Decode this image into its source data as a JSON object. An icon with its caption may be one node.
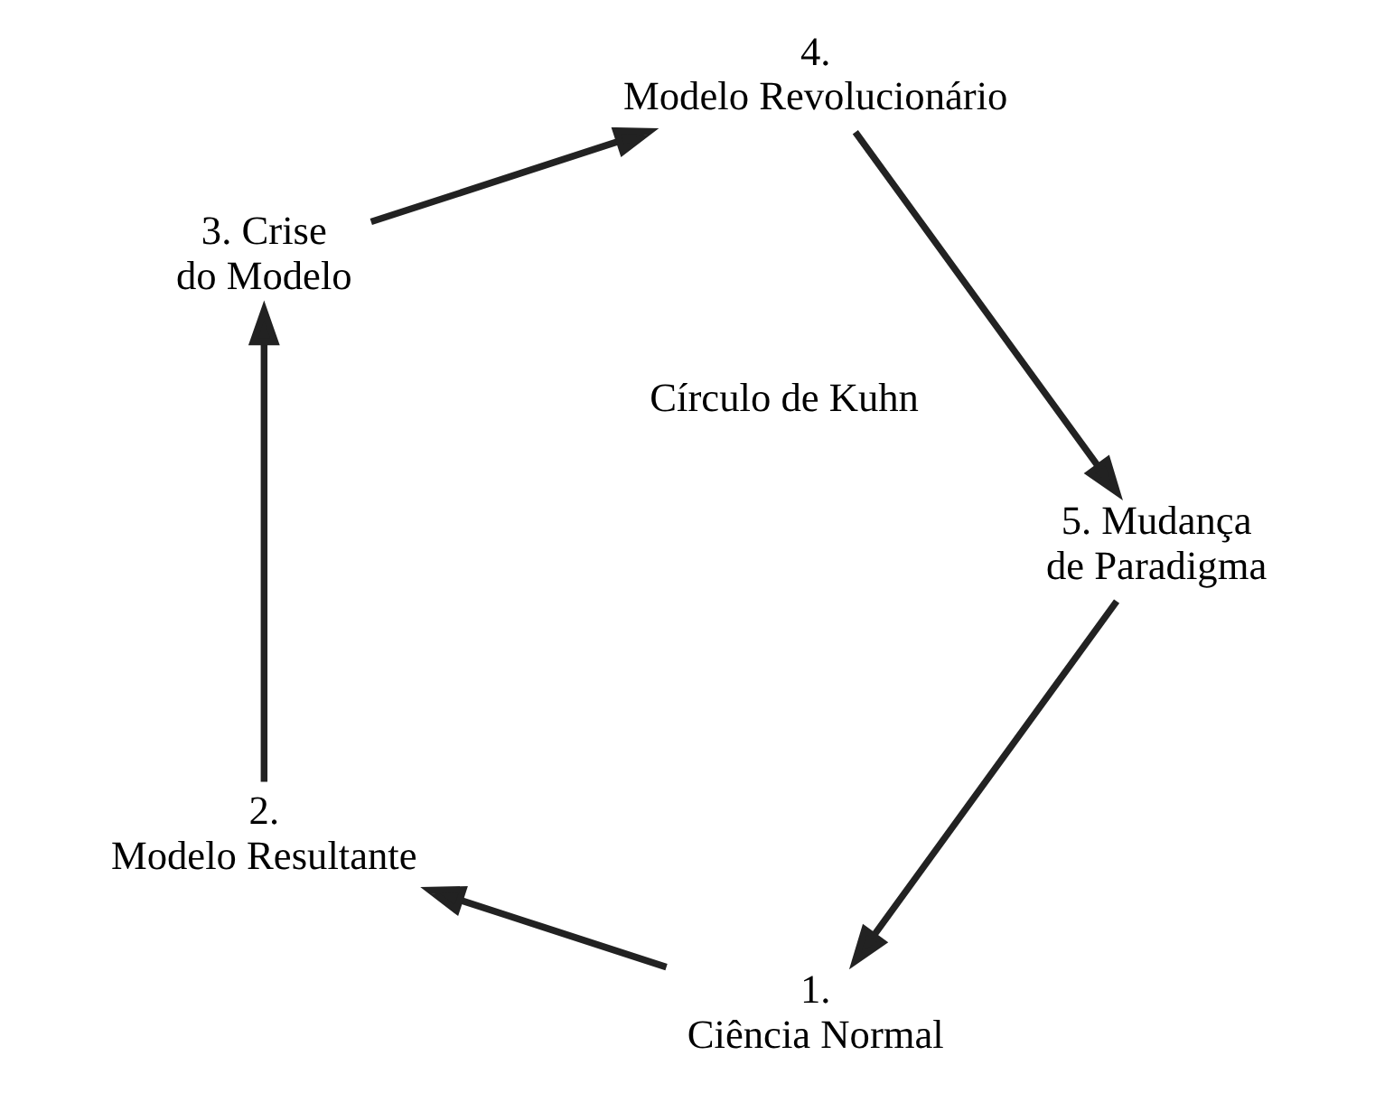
{
  "diagram": {
    "nodes": [
      {
        "text": [
          "1. Ciência Normal"
        ]
      },
      {
        "text": [
          "2. Modelo Resultante"
        ]
      },
      {
        "text": [
          "3. Crise do Modelo"
        ]
      },
      {
        "text": [
          "4. Modelo Revolucionário"
        ]
      },
      {
        "text": [
          "5. Mudança de Paradigma"
        ]
      }
    ],
    "edges": [
      {
        "from": 0,
        "to": 1,
        "arrow": "to"
      },
      {
        "from": 1,
        "to": 2,
        "arrow": "to"
      },
      {
        "from": 2,
        "to": 3,
        "arrow": "to"
      },
      {
        "from": 3,
        "to": 4,
        "arrow": "to"
      },
      {
        "from": 4,
        "to": 0,
        "arrow": "to"
      }
    ],
    "labels": [
      "Círculo de Kuhn"
    ]
  }
}
